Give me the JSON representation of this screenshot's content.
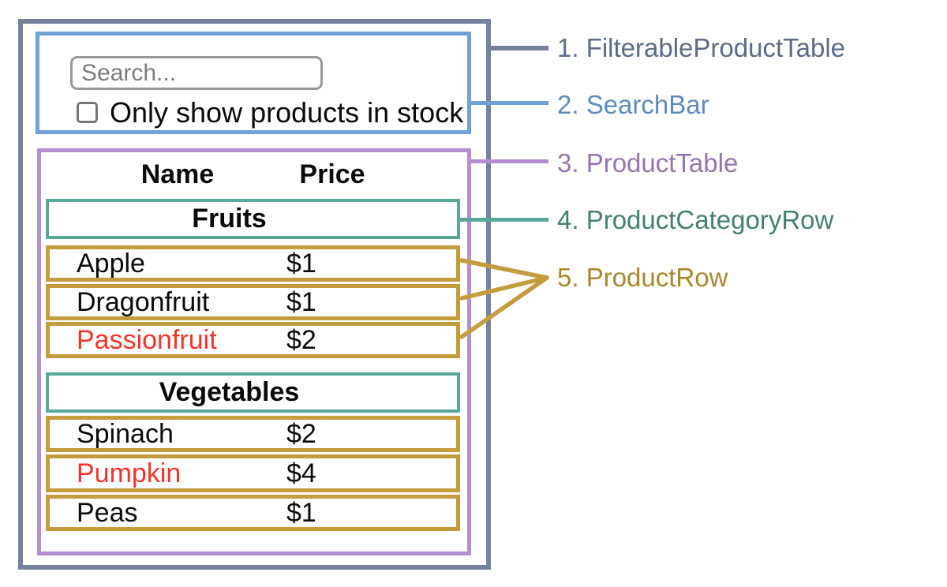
{
  "search_bar": {
    "input_placeholder": "Search...",
    "input_value": "",
    "checkbox_label": "Only show products in stock",
    "checkbox_checked": false
  },
  "product_table": {
    "headers": {
      "name": "Name",
      "price": "Price"
    },
    "sections": [
      {
        "category": "Fruits",
        "rows": [
          {
            "name": "Apple",
            "price": "$1",
            "name_color": "#0a0a0a"
          },
          {
            "name": "Dragonfruit",
            "price": "$1",
            "name_color": "#0a0a0a"
          },
          {
            "name": "Passionfruit",
            "price": "$2",
            "name_color": "#f4342b"
          }
        ]
      },
      {
        "category": "Vegetables",
        "rows": [
          {
            "name": "Spinach",
            "price": "$2",
            "name_color": "#0a0a0a"
          },
          {
            "name": "Pumpkin",
            "price": "$4",
            "name_color": "#f4342b"
          },
          {
            "name": "Peas",
            "price": "$1",
            "name_color": "#0a0a0a"
          }
        ]
      }
    ]
  },
  "annotations": {
    "labels": [
      {
        "text": "1. FilterableProductTable",
        "color": "#5b6b88"
      },
      {
        "text": "2. SearchBar",
        "color": "#5e8bbf"
      },
      {
        "text": "3. ProductTable",
        "color": "#9873b3"
      },
      {
        "text": "4. ProductCategoryRow",
        "color": "#457f72"
      },
      {
        "text": "5. ProductRow",
        "color": "#a9862c"
      }
    ]
  },
  "colors": {
    "filterable_product_table_border": "#75829e",
    "search_bar_border": "#70a1d9",
    "product_table_border": "#b48ed0",
    "product_category_row_border": "#57a89a",
    "product_row_border": "#c49c3e",
    "highlighted_product_text": "#f4342b"
  }
}
